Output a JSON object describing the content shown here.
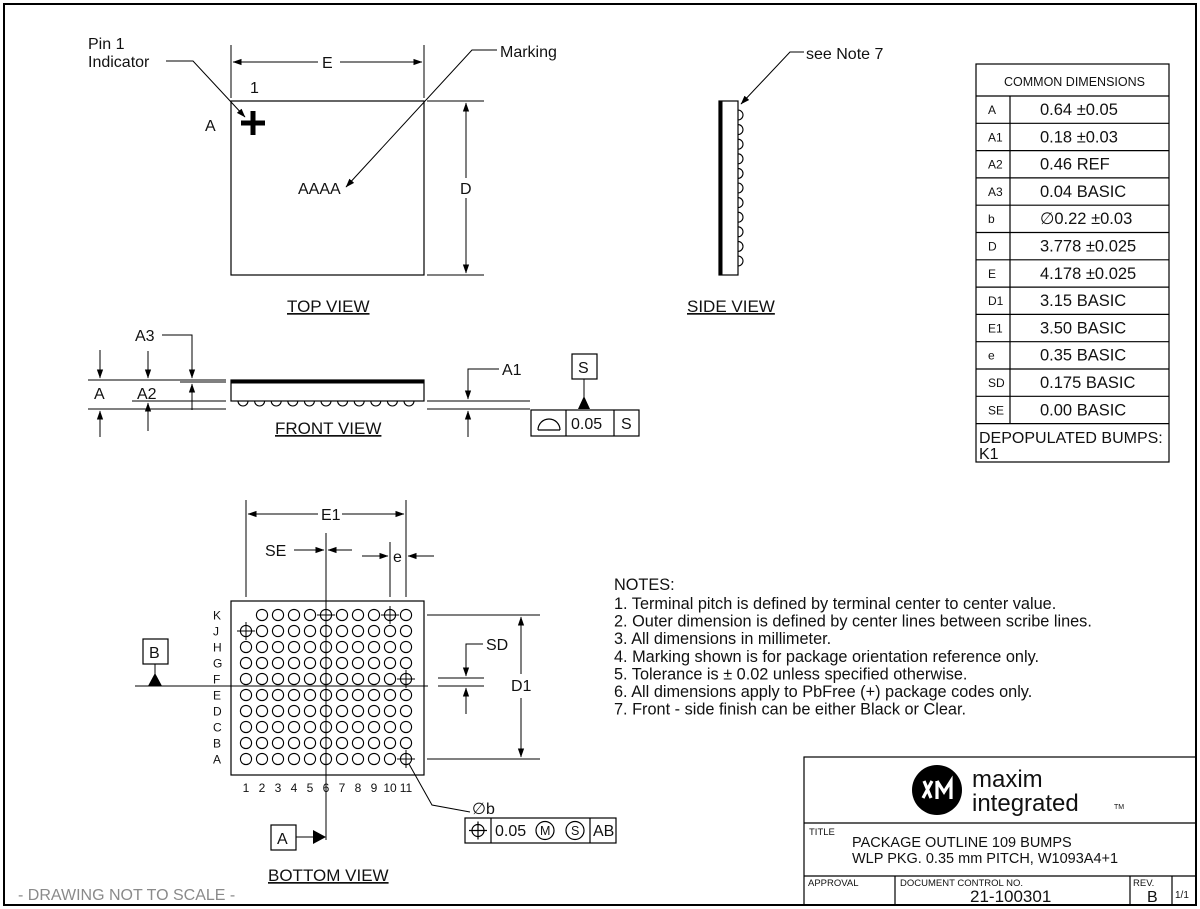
{
  "top_view": {
    "title": "TOP VIEW",
    "pin1_line1": "Pin 1",
    "pin1_line2": "Indicator",
    "marking_label": "Marking",
    "marking_text": "AAAA",
    "pin_number": "1",
    "row_letter": "A",
    "dim_e": "E",
    "dim_d": "D"
  },
  "side_view": {
    "title": "SIDE VIEW",
    "note_label": "see Note 7"
  },
  "front_view": {
    "title": "FRONT VIEW",
    "a3": "A3",
    "a": "A",
    "a2": "A2",
    "a1": "A1",
    "datum_s": "S",
    "tol_value": "0.05",
    "tol_ref": "S"
  },
  "bottom_view": {
    "title": "BOTTOM VIEW",
    "e1": "E1",
    "se": "SE",
    "e": "e",
    "sd": "SD",
    "d1": "D1",
    "datum_b": "B",
    "datum_a": "A",
    "row_labels": [
      "K",
      "J",
      "H",
      "G",
      "F",
      "E",
      "D",
      "C",
      "B",
      "A"
    ],
    "col_labels": [
      "1",
      "2",
      "3",
      "4",
      "5",
      "6",
      "7",
      "8",
      "9",
      "10",
      "11"
    ],
    "depopulated": [
      "K1"
    ],
    "diameter_label": "∅b",
    "tol_value": "0.05",
    "tol_m": "M",
    "tol_s": "S",
    "tol_ref": "AB"
  },
  "common_dimensions": {
    "header": "COMMON DIMENSIONS",
    "rows": [
      {
        "key": "A",
        "value": "0.64 ±0.05"
      },
      {
        "key": "A1",
        "value": "0.18 ±0.03"
      },
      {
        "key": "A2",
        "value": "0.46 REF"
      },
      {
        "key": "A3",
        "value": "0.04 BASIC"
      },
      {
        "key": "b",
        "value": "∅0.22 ±0.03"
      },
      {
        "key": "D",
        "value": "3.778 ±0.025"
      },
      {
        "key": "E",
        "value": "4.178 ±0.025"
      },
      {
        "key": "D1",
        "value": "3.15 BASIC"
      },
      {
        "key": "E1",
        "value": "3.50 BASIC"
      },
      {
        "key": "e",
        "value": "0.35 BASIC"
      },
      {
        "key": "SD",
        "value": "0.175 BASIC"
      },
      {
        "key": "SE",
        "value": "0.00 BASIC"
      }
    ],
    "depop_line1": "DEPOPULATED BUMPS:",
    "depop_line2": "K1"
  },
  "notes": {
    "heading": "NOTES:",
    "items": [
      "1. Terminal pitch is defined by terminal center to center value.",
      "2. Outer dimension is defined by center lines between scribe lines.",
      "3. All dimensions in millimeter.",
      "4. Marking shown is for package orientation reference only.",
      "5. Tolerance is ± 0.02 unless specified otherwise.",
      "6. All dimensions apply to PbFree (+) package codes only.",
      "7. Front - side finish can be either Black or Clear."
    ]
  },
  "title_block": {
    "logo_line1": "maxim",
    "logo_line2": "integrated",
    "logo_tm": "TM",
    "title_label": "TITLE",
    "title_line1": "PACKAGE OUTLINE 109 BUMPS",
    "title_line2": "WLP PKG. 0.35 mm PITCH, W1093A4+1",
    "approval_label": "APPROVAL",
    "doc_label": "DOCUMENT CONTROL NO.",
    "doc_number": "21-100301",
    "rev_label": "REV.",
    "rev_value": "B",
    "sheet_value": "1/1"
  },
  "footer_note": "- DRAWING NOT TO SCALE -"
}
